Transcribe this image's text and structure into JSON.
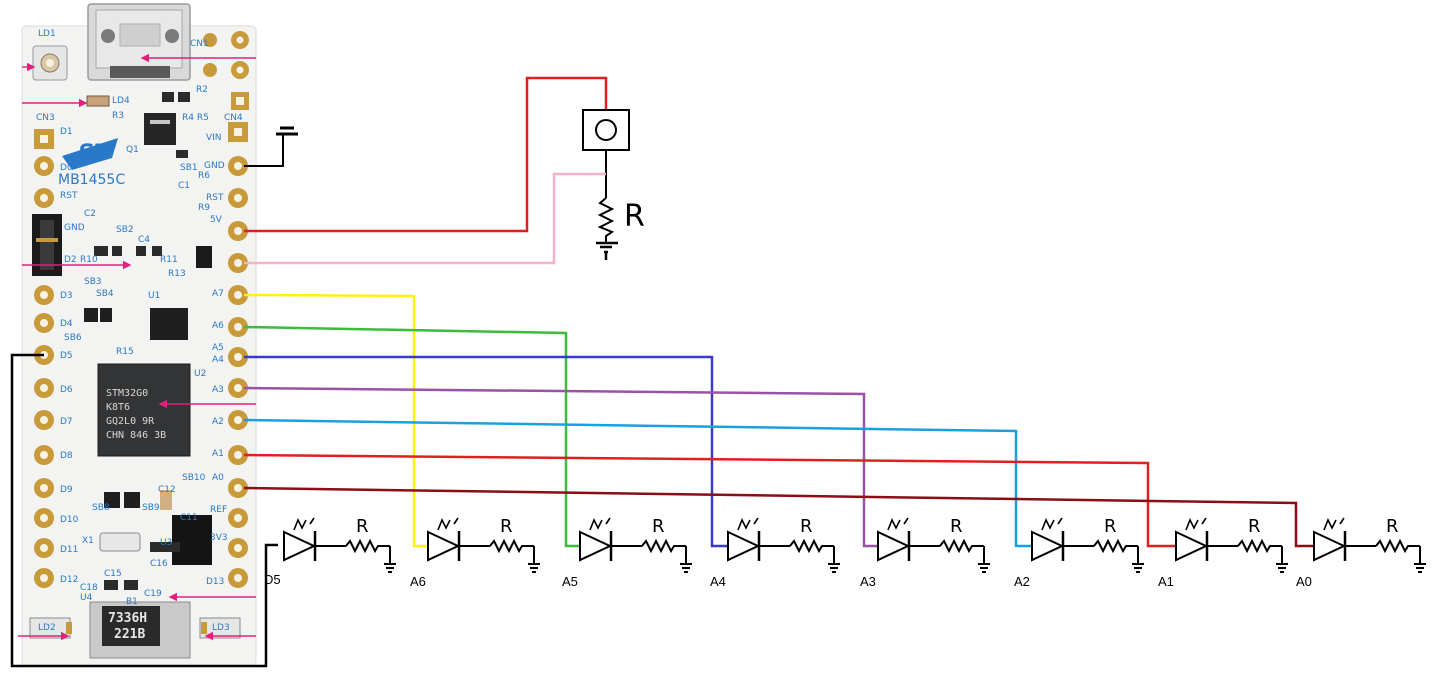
{
  "board": {
    "name": "MB1455C",
    "logo_text": "ST",
    "chip_lines": [
      "STM32G0",
      "K8T6",
      "GQ2L0 9R",
      "CHN 846 3B"
    ],
    "crystal_lines": [
      "7336H",
      "221B"
    ],
    "labels": {
      "ld1": "LD1",
      "ld2": "LD2",
      "ld3": "LD3",
      "ld4": "LD4",
      "cn1": "CN1",
      "cn3": "CN3",
      "cn4": "CN4",
      "r2": "R2",
      "r3": "R3",
      "r4r5": "R4 R5",
      "r6": "R6",
      "r9": "R9",
      "q1": "Q1",
      "sb1": "SB1",
      "sb2": "SB2",
      "sb3": "SB3",
      "sb4": "SB4",
      "sb6": "SB6",
      "sb8": "SB8",
      "sb9": "SB9",
      "sb10": "SB10",
      "c1": "C1",
      "c2": "C2",
      "c4": "C4",
      "c11": "C11",
      "c12": "C12",
      "c15": "C15",
      "c16": "C16",
      "c18": "C18",
      "c19": "C19",
      "u1": "U1",
      "u2": "U2",
      "u3": "U3",
      "u4": "U4",
      "x1": "X1",
      "b1": "B1",
      "r10": "R10",
      "r11": "R11",
      "r13": "R13",
      "r15": "R15"
    },
    "left_pins": [
      "D1",
      "D0",
      "RST",
      "GND",
      "D2",
      "D3",
      "D4",
      "D5",
      "D6",
      "D7",
      "D8",
      "D9",
      "D10",
      "D11",
      "D12"
    ],
    "right_pins": [
      "VIN",
      "GND",
      "RST",
      "5V",
      "A7",
      "A6",
      "A5",
      "A4",
      "A3",
      "A2",
      "A1",
      "A0",
      "REF",
      "3V3",
      "D13"
    ]
  },
  "button": {
    "resistor_label": "R"
  },
  "led_stages": [
    {
      "pin": "D5",
      "resistor_label": "R",
      "wire_color": "#000000"
    },
    {
      "pin": "A6",
      "resistor_label": "R",
      "wire_color": "#ffef1a"
    },
    {
      "pin": "A5",
      "resistor_label": "R",
      "wire_color": "#3dbb3d"
    },
    {
      "pin": "A4",
      "resistor_label": "R",
      "wire_color": "#3a3ac8"
    },
    {
      "pin": "A3",
      "resistor_label": "R",
      "wire_color": "#9a52a8"
    },
    {
      "pin": "A2",
      "resistor_label": "R",
      "wire_color": "#1aa0e0"
    },
    {
      "pin": "A1",
      "resistor_label": "R",
      "wire_color": "#e02020"
    },
    {
      "pin": "A0",
      "resistor_label": "R",
      "wire_color": "#8b0d16"
    }
  ],
  "colors": {
    "board": "#f3f4f2",
    "silkscreen": "#2a78c8",
    "pad_gold": "#c89a3a",
    "button_wire": "#e02020",
    "button_return_wire": "#f4b2c6",
    "ground_wire": "#000000",
    "arrow": "#e0207c"
  }
}
